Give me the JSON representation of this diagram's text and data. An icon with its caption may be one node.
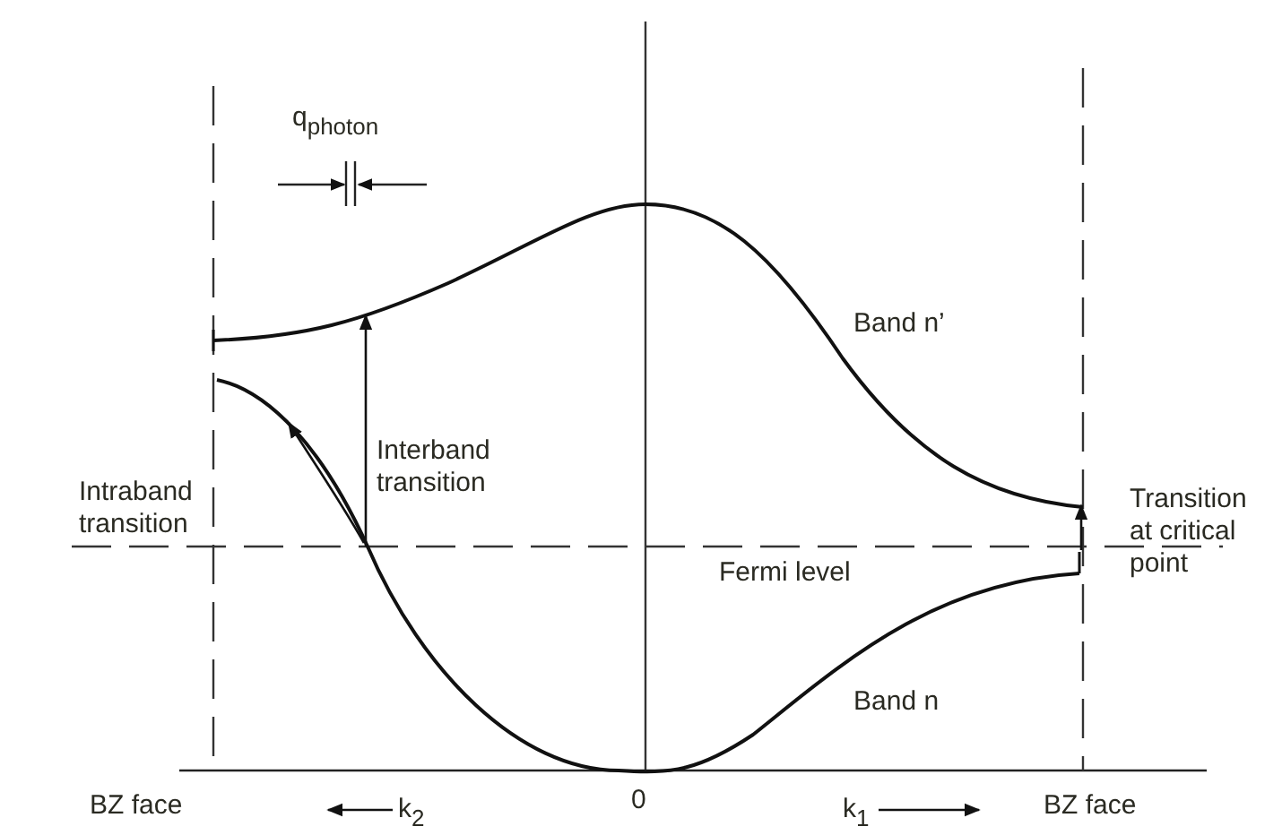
{
  "diagram": {
    "labels": [
      "q$_{photon}$",
      "Band n’",
      "Interband transition",
      "Intraband transition",
      "Transition at critical point",
      "Fermi level",
      "Band n",
      "0",
      "BZ face",
      "k$_{2}$",
      "k$_{1}$",
      "BZ face"
    ]
  }
}
